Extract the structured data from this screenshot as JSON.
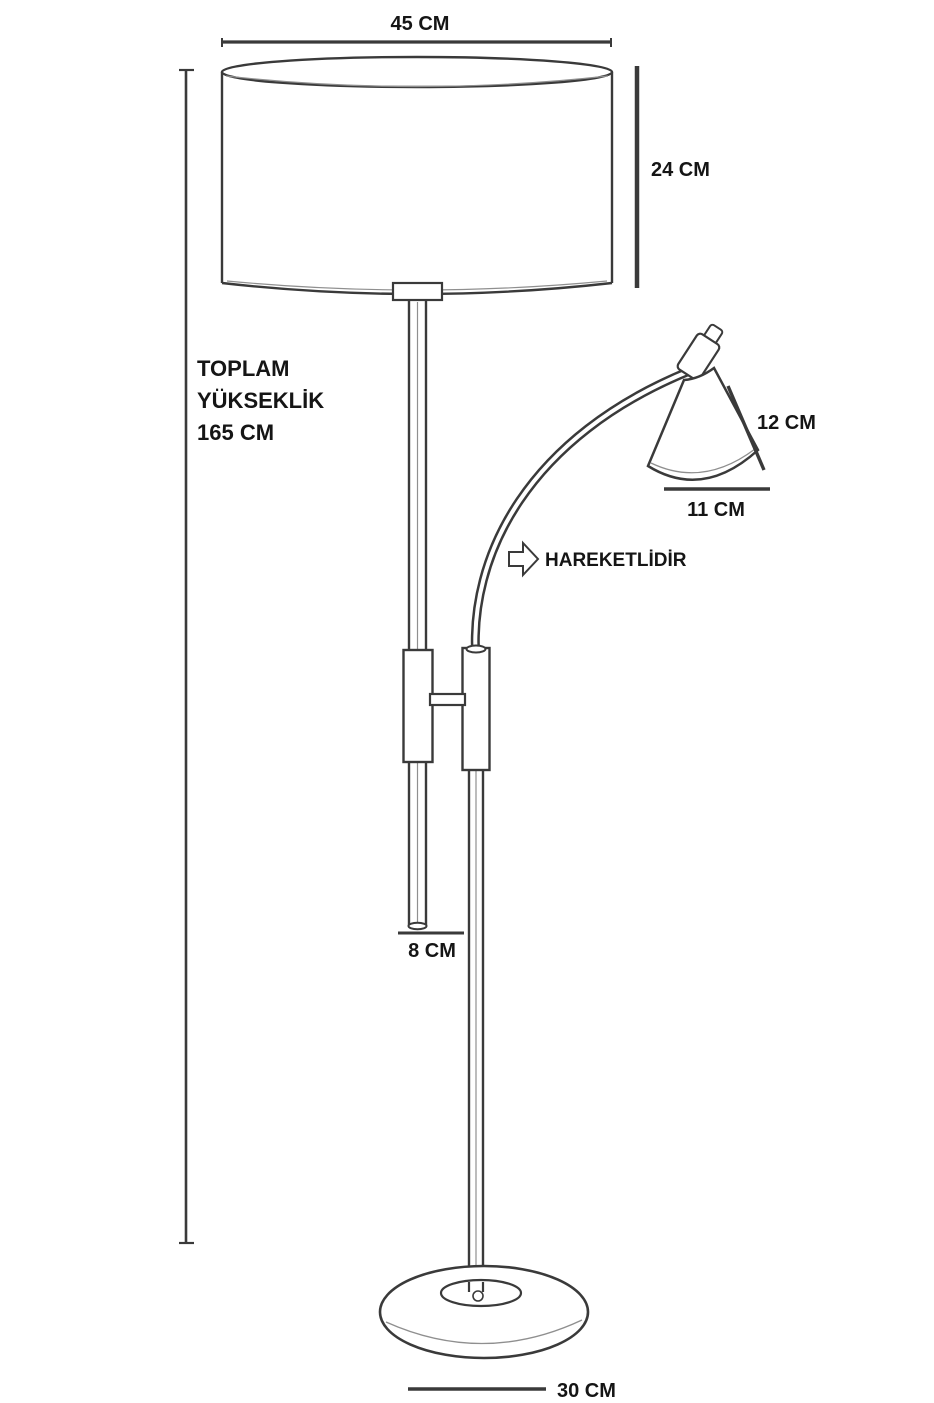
{
  "diagram": {
    "type": "floor-lamp-dimension-drawing",
    "dimensions": {
      "shade_width": "45 CM",
      "shade_height": "24 CM",
      "total_height": [
        "TOPLAM",
        "YÜKSEKLİK",
        "165 CM"
      ],
      "reading_shade_height": "12 CM",
      "reading_shade_diameter": "11 CM",
      "lower_pole_segment": "8 CM",
      "base_width": "30 CM"
    },
    "annotations": {
      "movable": "HAREKETLİDİR"
    },
    "colors": {
      "stroke": "#3a3a3a",
      "text": "#151515",
      "background": "#ffffff"
    }
  }
}
